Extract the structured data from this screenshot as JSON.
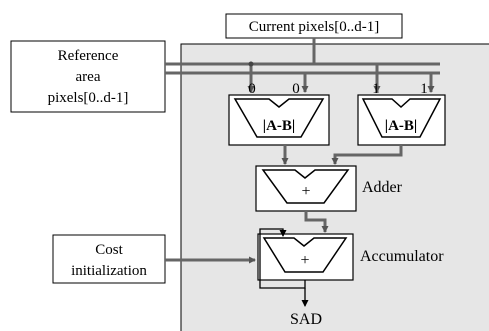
{
  "inputs": {
    "current_pixels": "Current pixels[0..d-1]",
    "reference_area": [
      "Reference",
      "area",
      "pixels[0..d-1]"
    ],
    "cost_init": [
      "Cost",
      "initialization"
    ]
  },
  "units": {
    "abs_diff_left": "|A-B|",
    "abs_diff_right": "|A-B|",
    "adder_op": "+",
    "accum_op": "+"
  },
  "port_labels": {
    "left_a": "0",
    "left_b": "0",
    "right_a": "1",
    "right_b": "1"
  },
  "labels": {
    "adder": "Adder",
    "accumulator": "Accumulator",
    "output": "SAD"
  },
  "colors": {
    "panel_fill": "#e6e6e6",
    "wire": "#666666",
    "outline": "#000000"
  }
}
